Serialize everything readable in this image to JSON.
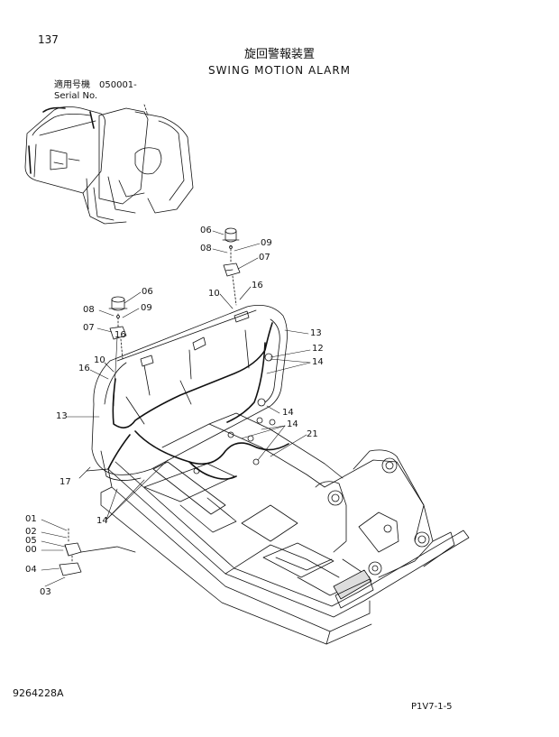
{
  "page_number": "137",
  "title_jp": "旋回警報装置",
  "title_en": "SWING MOTION ALARM",
  "serial": {
    "label_jp": "適用号機",
    "value": "050001-",
    "label_en": "Serial No."
  },
  "callouts": {
    "c06a": "06",
    "c08a": "08",
    "c09a": "09",
    "c07a": "07",
    "c10a": "10",
    "c16a": "16",
    "c13a": "13",
    "c12": "12",
    "c14a": "14",
    "c06b": "06",
    "c08b": "08",
    "c09b": "09",
    "c07b": "07",
    "c16b": "16",
    "c16c": "16",
    "c10b": "10",
    "c13b": "13",
    "c14b": "14",
    "c14c": "14",
    "c21": "21",
    "c17": "17",
    "c14d": "14",
    "c01": "01",
    "c02": "02",
    "c05": "05",
    "c00": "00",
    "c04": "04",
    "c03": "03"
  },
  "doc_number": "9264228A",
  "page_ref": "P1V7-1-5"
}
